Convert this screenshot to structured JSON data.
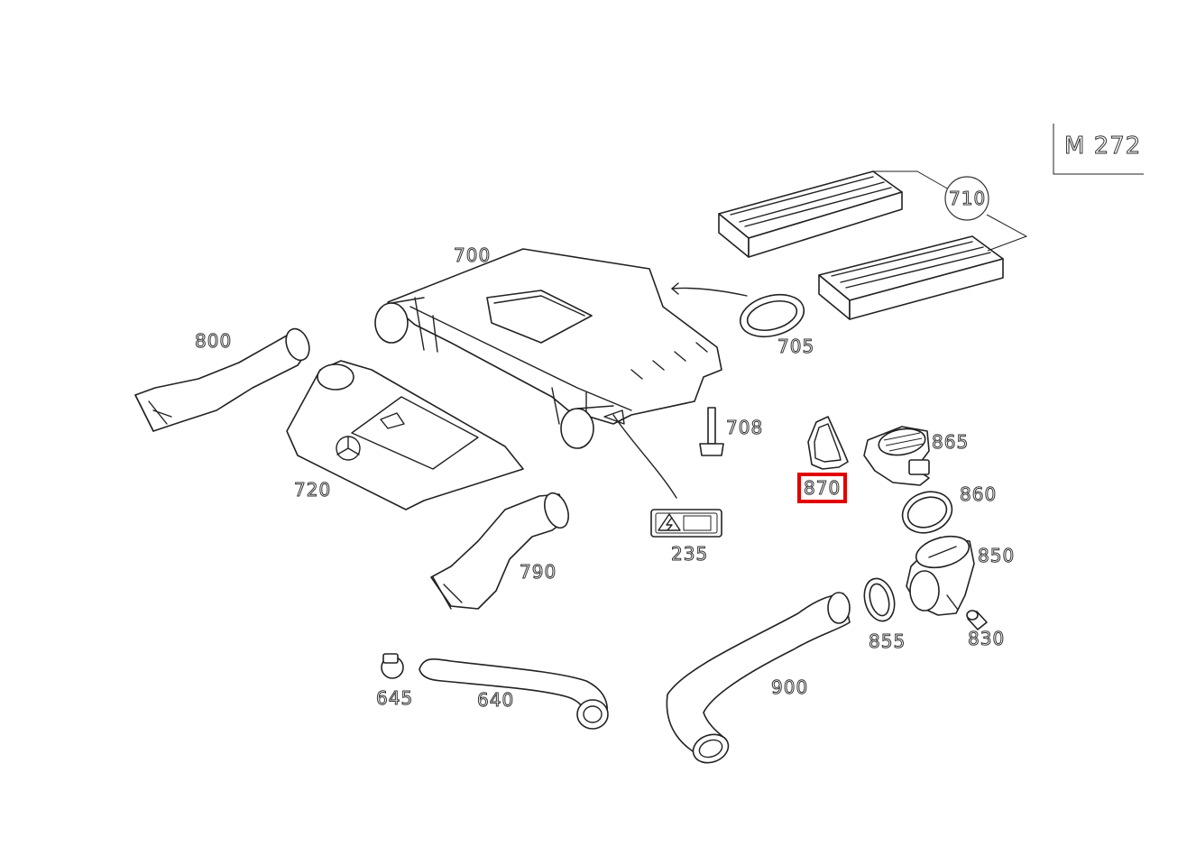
{
  "engine_label": "M 272",
  "highlight_color": "#e10000",
  "selected_part": "870",
  "parts": {
    "p700": "700",
    "p710": "710",
    "p705": "705",
    "p800": "800",
    "p720": "720",
    "p708": "708",
    "p865": "865",
    "p870": "870",
    "p860": "860",
    "p235": "235",
    "p790": "790",
    "p850": "850",
    "p855": "855",
    "p830": "830",
    "p645": "645",
    "p640": "640",
    "p900": "900"
  }
}
